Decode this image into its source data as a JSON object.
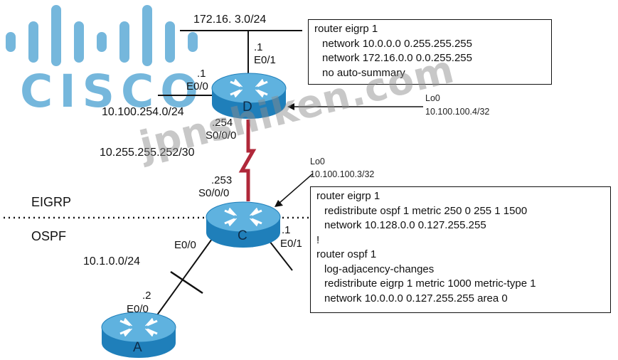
{
  "logo": {
    "text": "CISCO",
    "color": "#4fa3d3"
  },
  "watermark": {
    "text": "jpnshiken.com"
  },
  "protocols": {
    "upper": "EIGRP",
    "lower": "OSPF"
  },
  "networks": {
    "top": "172.16. 3.0/24",
    "left_d": "10.100.254.0/24",
    "serial_link": "10.255.255.252/30",
    "c_to_a": "10.1.0.0/24"
  },
  "routers": {
    "d": {
      "name": "D",
      "top_if": {
        "ip": ".1",
        "iface": "E0/1"
      },
      "left_if": {
        "ip": ".1",
        "iface": "E0/0"
      },
      "serial_if": {
        "ip": ".254",
        "iface": "S0/0/0"
      },
      "loopback": {
        "name": "Lo0",
        "ip": "10.100.100.4/32"
      }
    },
    "c": {
      "name": "C",
      "serial_if": {
        "ip": ".253",
        "iface": "S0/0/0"
      },
      "left_if": {
        "iface": "E0/0"
      },
      "right_if": {
        "ip": ".1",
        "iface": "E0/1"
      },
      "loopback": {
        "name": "Lo0",
        "ip": "10.100.100.3/32"
      }
    },
    "a": {
      "name": "A",
      "if": {
        "ip": ".2",
        "iface": "E0/0"
      }
    }
  },
  "configs": {
    "d": [
      "router eigrp 1",
      "network 10.0.0.0 0.255.255.255",
      "network 172.16.0.0 0.0.255.255",
      "no auto-summary"
    ],
    "c": [
      "router eigrp 1",
      "redistribute ospf 1 metric 250 0 255 1 1500",
      "network 10.128.0.0 0.127.255.255",
      "!",
      "router ospf 1",
      "log-adjacency-changes",
      "redistribute eigrp 1 metric 1000 metric-type 1",
      "network 10.0.0.0 0.127.255.255 area 0"
    ]
  },
  "colors": {
    "router_top": "#5fb2df",
    "router_side": "#1f7fba",
    "serial_link": "#b0283a"
  }
}
